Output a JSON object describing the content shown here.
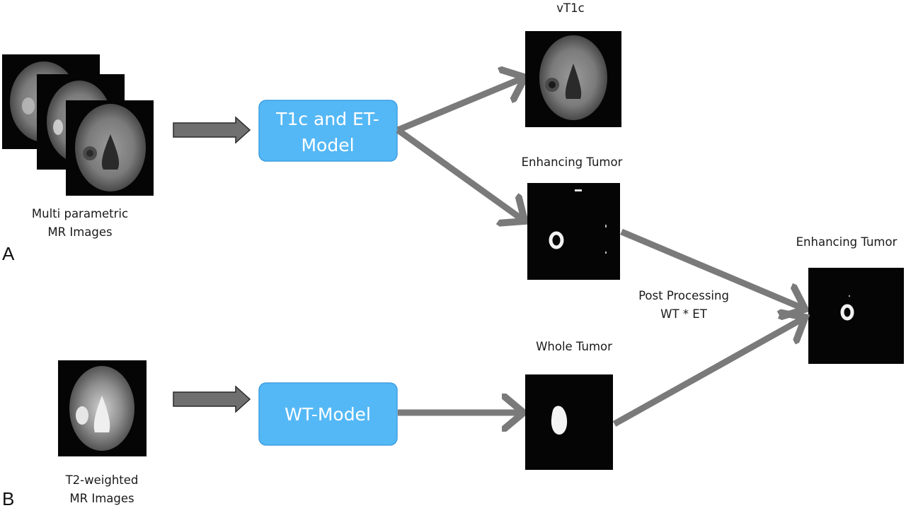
{
  "panel_labels": {
    "a": "A",
    "b": "B"
  },
  "inputs": {
    "multiparametric": {
      "line1": "Multi parametric",
      "line2": "MR Images"
    },
    "t2": {
      "line1": "T2-weighted",
      "line2": "MR Images"
    }
  },
  "models": {
    "t1c_et": {
      "line1": "T1c and ET-",
      "line2": "Model"
    },
    "wt": {
      "label": "WT-Model"
    }
  },
  "outputs": {
    "vt1c": "vT1c",
    "enhancing_tumor": "Enhancing Tumor",
    "whole_tumor": "Whole Tumor",
    "final_enhancing_tumor": "Enhancing Tumor"
  },
  "post_processing": {
    "line1": "Post Processing",
    "line2": "WT * ET"
  },
  "colors": {
    "model_box": "#55b8f6",
    "model_box_border": "#3f9fe0",
    "arrow": "#7a7a7a",
    "block_arrow_fill": "#6f6f6f",
    "image_bg": "#050505"
  }
}
